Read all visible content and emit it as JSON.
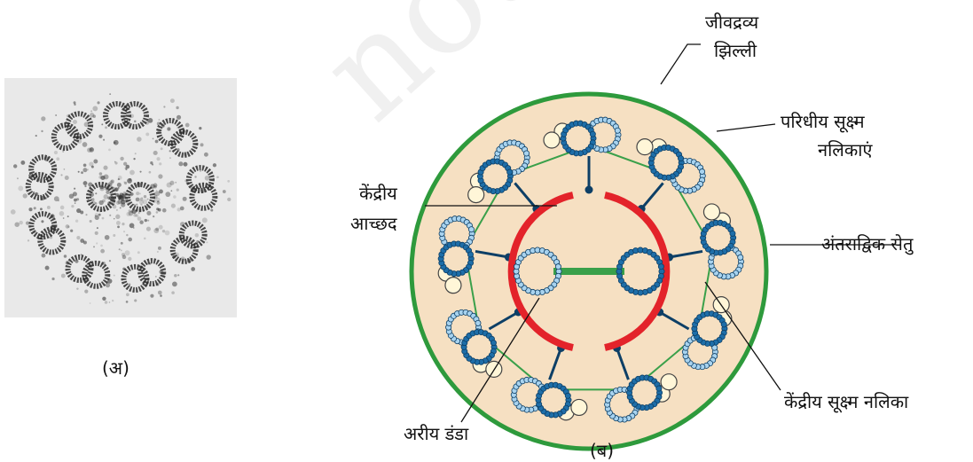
{
  "panel_a": {
    "caption": "(अ)"
  },
  "panel_b": {
    "caption": "(ब)",
    "labels": {
      "plasma_membrane_line1": "जीवद्रव्य",
      "plasma_membrane_line2": "झिल्ली",
      "peripheral_microtubule_line1": "परिधीय सूक्ष्म",
      "peripheral_microtubule_line2": "नलिकाएं",
      "central_sheath_line1": "केंद्रीय",
      "central_sheath_line2": "आच्छद",
      "interdoublet_bridge": "अंतराद्विक सेतु",
      "central_microtubule": "केंद्रीय सूक्ष्म नलिका",
      "radial_spoke": "अरीय डंडा"
    }
  },
  "watermark": "not to be",
  "colors": {
    "membrane": "#2e9a3c",
    "cytoplasm": "#f6e0c2",
    "sheath": "#e3232a",
    "doublet_fill": "#1e6ea8",
    "doublet_light": "#a8d3ef",
    "arm_fill": "#fff6d8",
    "bridge": "#3aa04a"
  }
}
